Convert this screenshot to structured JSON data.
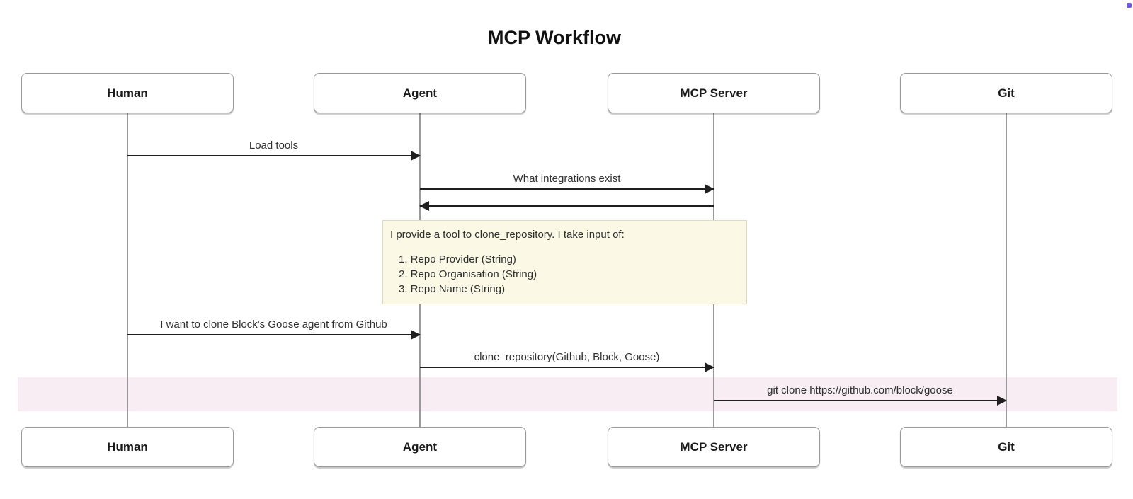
{
  "title": "MCP Workflow",
  "diagram_type": "sequence",
  "actors": [
    {
      "id": "human",
      "label": "Human"
    },
    {
      "id": "agent",
      "label": "Agent"
    },
    {
      "id": "mcp-server",
      "label": "MCP Server"
    },
    {
      "id": "git",
      "label": "Git"
    }
  ],
  "messages": [
    {
      "from": "Human",
      "to": "Agent",
      "label": "Load tools",
      "style": "solid-arrow"
    },
    {
      "from": "Agent",
      "to": "MCP Server",
      "label": "What integrations exist",
      "style": "solid-arrow"
    },
    {
      "from": "MCP Server",
      "to": "Agent",
      "label": "",
      "style": "solid-arrow-return"
    },
    {
      "from": "Human",
      "to": "Agent",
      "label": "I want to clone Block's Goose agent from Github",
      "style": "solid-arrow"
    },
    {
      "from": "Agent",
      "to": "MCP Server",
      "label": "clone_repository(Github, Block, Goose)",
      "style": "solid-arrow"
    },
    {
      "from": "MCP Server",
      "to": "Git",
      "label": "git clone https://github.com/block/goose",
      "style": "solid-arrow",
      "highlighted": true
    }
  ],
  "note": {
    "over": [
      "Agent",
      "MCP Server"
    ],
    "intro": "I provide a tool to clone_repository. I take input of:",
    "items": [
      "1. Repo Provider (String)",
      "2. Repo Organisation (String)",
      "3. Repo Name (String)"
    ]
  },
  "colors": {
    "note_background": "#fbf8e5",
    "note_border": "#ddd9bd",
    "highlight_band": "#f7edf3",
    "arrow": "#1f1f1f",
    "lifeline": "#999999",
    "actor_border": "#999999",
    "corner_dot": "#6f5bd9"
  }
}
